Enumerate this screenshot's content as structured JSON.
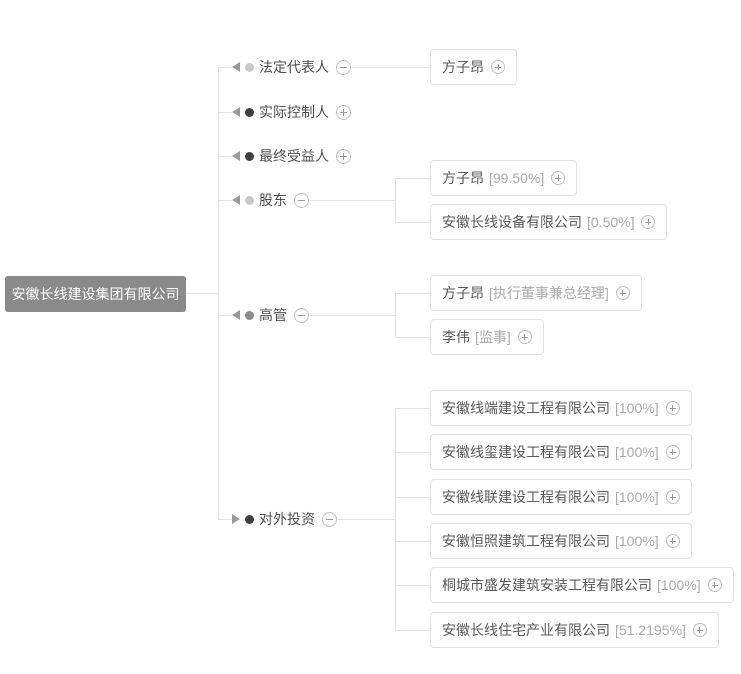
{
  "root": {
    "name": "安徽长线建设集团有限公司"
  },
  "branches": [
    {
      "label": "法定代表人",
      "state": "expanded",
      "children": [
        {
          "name": "方子昂",
          "value": ""
        }
      ]
    },
    {
      "label": "实际控制人",
      "state": "collapsed",
      "children": []
    },
    {
      "label": "最终受益人",
      "state": "collapsed",
      "children": []
    },
    {
      "label": "股东",
      "state": "expanded",
      "children": [
        {
          "name": "方子昂",
          "value": "[99.50%]"
        },
        {
          "name": "安徽长线设备有限公司",
          "value": "[0.50%]"
        }
      ]
    },
    {
      "label": "高管",
      "state": "expanded",
      "children": [
        {
          "name": "方子昂",
          "value": "[执行董事兼总经理]"
        },
        {
          "name": "李伟",
          "value": "[监事]"
        }
      ]
    },
    {
      "label": "对外投资",
      "state": "expanded",
      "children": [
        {
          "name": "安徽线端建设工程有限公司",
          "value": "[100%]"
        },
        {
          "name": "安徽线玺建设工程有限公司",
          "value": "[100%]"
        },
        {
          "name": "安徽线联建设工程有限公司",
          "value": "[100%]"
        },
        {
          "name": "安徽恒照建筑工程有限公司",
          "value": "[100%]"
        },
        {
          "name": "桐城市盛发建筑安装工程有限公司",
          "value": "[100%]"
        },
        {
          "name": "安徽长线住宅产业有限公司",
          "value": "[51.2195%]"
        }
      ]
    }
  ],
  "colors": {
    "root_bg": "#8a8a8a",
    "line": "#e2e2e2",
    "node_border": "#e0e0e0",
    "node_text": "#595959",
    "value_text": "#aaaaaa"
  }
}
